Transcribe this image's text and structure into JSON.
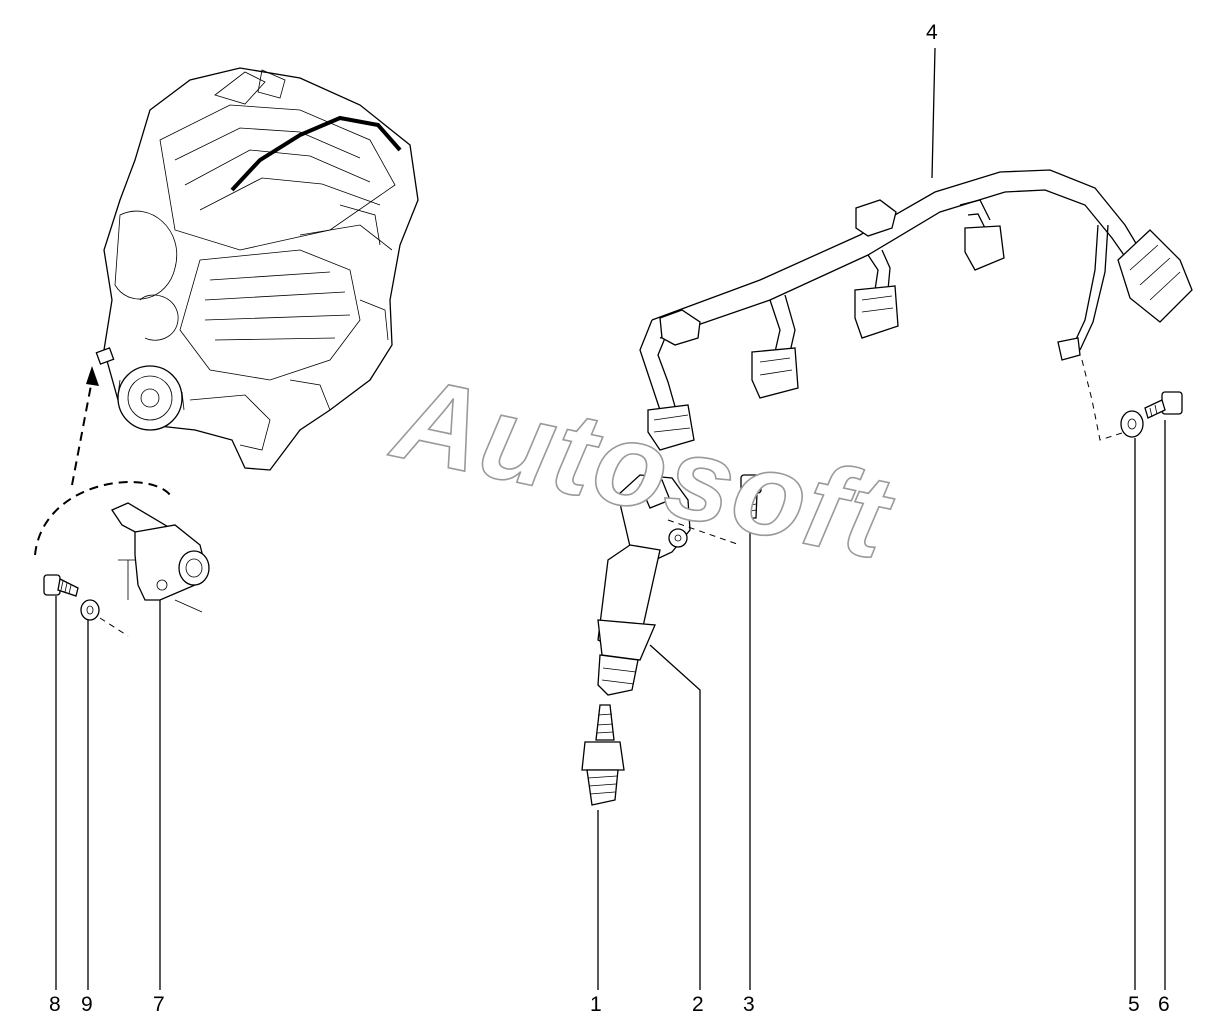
{
  "watermark": "Autosoft",
  "callouts": {
    "c1": "1",
    "c2": "2",
    "c3": "3",
    "c4": "4",
    "c5": "5",
    "c6": "6",
    "c7": "7",
    "c8": "8",
    "c9": "9"
  }
}
